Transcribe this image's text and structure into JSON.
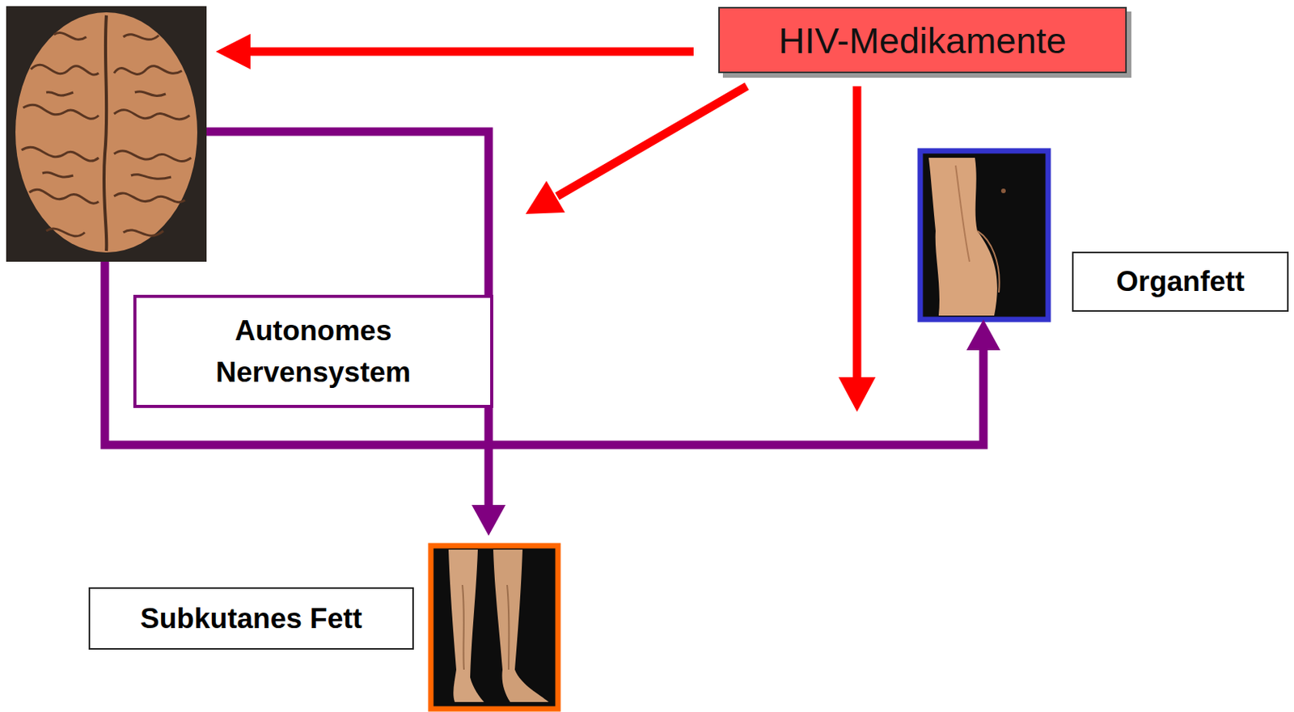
{
  "diagram": {
    "nodes": [
      {
        "text": [
          "HIV-Medikamente"
        ]
      },
      {
        "text": [
          "Organfett"
        ]
      },
      {
        "text": [
          "Autonomes Nervensystem"
        ]
      },
      {
        "text": [
          "Subkutanes Fett"
        ]
      }
    ]
  }
}
